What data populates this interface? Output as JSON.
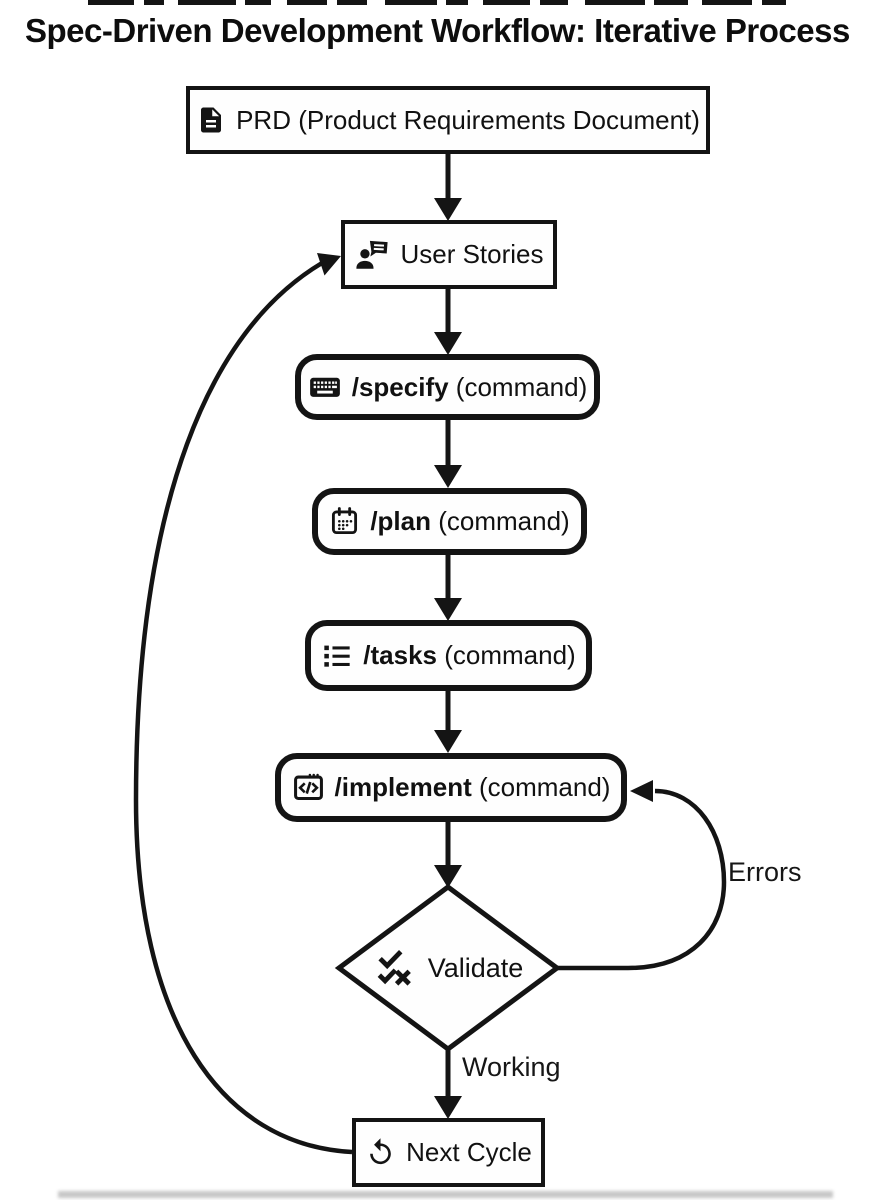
{
  "title": "Spec-Driven Development Workflow: Iterative Process",
  "nodes": {
    "prd": {
      "label": "PRD (Product Requirements Document)",
      "icon": "document-icon",
      "shape": "rectangle"
    },
    "user_stories": {
      "label": "User Stories",
      "icon": "user-story-icon",
      "shape": "rectangle"
    },
    "specify": {
      "command": "/specify",
      "suffix": " (command)",
      "icon": "keyboard-icon",
      "shape": "rounded"
    },
    "plan": {
      "command": "/plan",
      "suffix": " (command)",
      "icon": "calendar-icon",
      "shape": "rounded"
    },
    "tasks": {
      "command": "/tasks",
      "suffix": " (command)",
      "icon": "task-list-icon",
      "shape": "rounded"
    },
    "implement": {
      "command": "/implement",
      "suffix": " (command)",
      "icon": "code-window-icon",
      "shape": "rounded"
    },
    "validate": {
      "label": "Validate",
      "icon": "validation-checks-icon",
      "shape": "diamond"
    },
    "next_cycle": {
      "label": "Next Cycle",
      "icon": "repeat-icon",
      "shape": "rectangle"
    }
  },
  "edges": [
    {
      "from": "prd",
      "to": "user_stories",
      "label": ""
    },
    {
      "from": "user_stories",
      "to": "specify",
      "label": ""
    },
    {
      "from": "specify",
      "to": "plan",
      "label": ""
    },
    {
      "from": "plan",
      "to": "tasks",
      "label": ""
    },
    {
      "from": "tasks",
      "to": "implement",
      "label": ""
    },
    {
      "from": "implement",
      "to": "validate",
      "label": ""
    },
    {
      "from": "validate",
      "to": "implement",
      "label": "Errors"
    },
    {
      "from": "validate",
      "to": "next_cycle",
      "label": "Working"
    },
    {
      "from": "next_cycle",
      "to": "user_stories",
      "label": ""
    }
  ],
  "colors": {
    "ink": "#141414",
    "background": "#ffffff"
  }
}
